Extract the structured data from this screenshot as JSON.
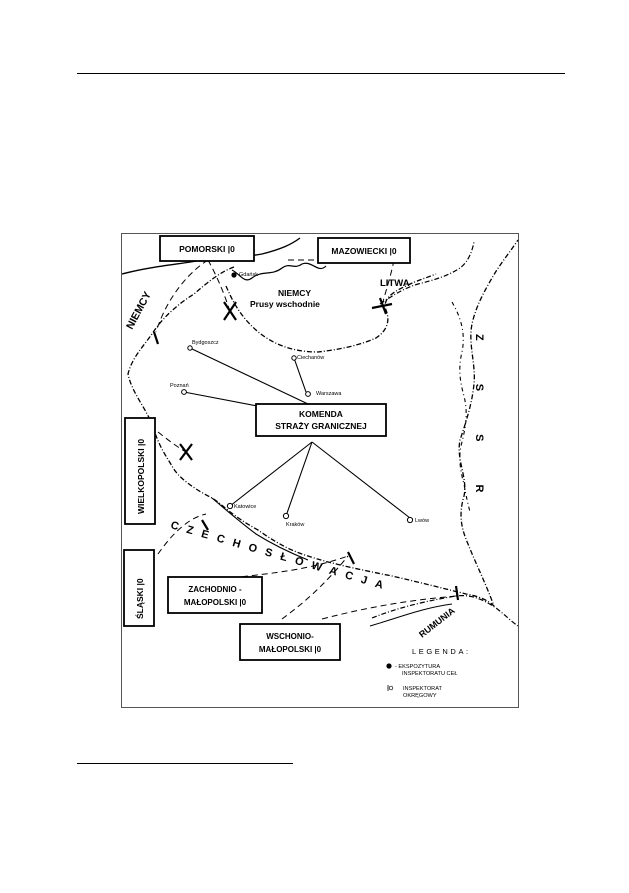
{
  "map": {
    "hq": {
      "line1": "KOMENDA",
      "line2": "STRAŻY GRANICZNEJ"
    },
    "inspectorates": {
      "pomorski": "POMORSKI |0",
      "mazowiecki": "MAZOWIECKI |0",
      "wielkopolski": "WIELKOPOLSKI |0",
      "slaski": "ŚLĄSKI |0",
      "zachodnio_1": "ZACHODNIO -",
      "zachodnio_2": "MAŁOPOLSKI |0",
      "wschodnio_1": "WSCHONIO-",
      "wschodnio_2": "MAŁOPOLSKI |0"
    },
    "cities": {
      "gdansk": "Gdańsk",
      "bydgoszcz": "Bydgoszcz",
      "ciechanow": "Ciechanów",
      "poznan": "Poznań",
      "warszawa": "Warszawa",
      "katowice": "Katowice",
      "krakow": "Kraków",
      "lwow": "Lwów"
    },
    "countries": {
      "niemcy_west": "NIEMCY",
      "niemcy_east_1": "NIEMCY",
      "niemcy_east_2": "Prusy wschodnie",
      "litwa": "LITWA",
      "zssr": "Z S S R",
      "czechoslowacja": "CZECHOSŁOWACJA",
      "rumunia": "RUMUNIA"
    },
    "legend": {
      "title": "LEGENDA:",
      "item1_line1": "- EKSPOZYTURA",
      "item1_line2": "INSPEKTORATU CEŁ",
      "item2_line1": "INSPEKTORAT",
      "item2_line2": "OKRĘGOWY"
    }
  }
}
